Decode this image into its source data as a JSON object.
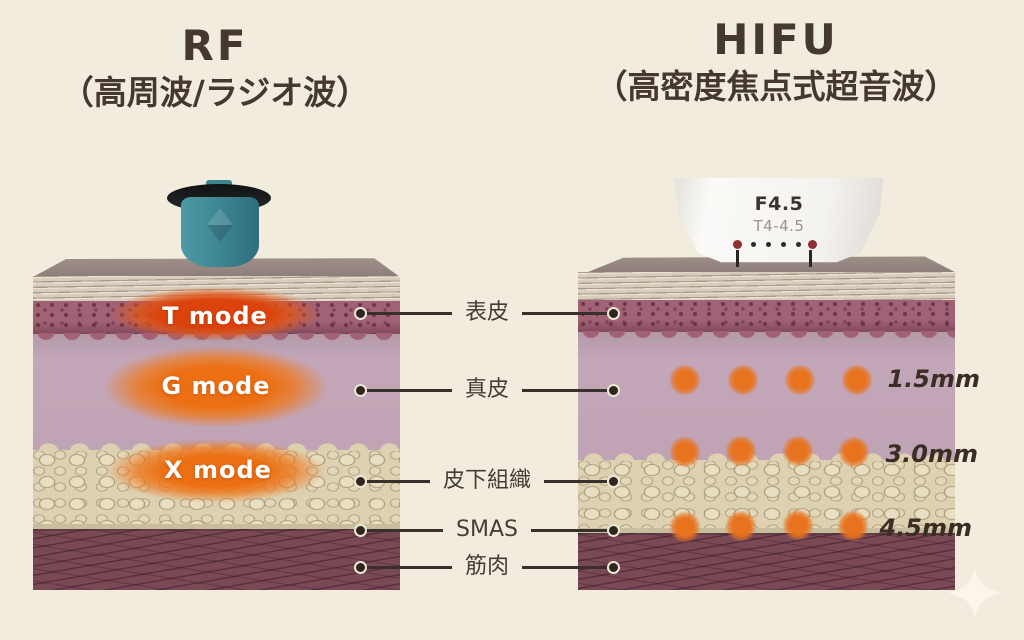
{
  "titles": {
    "left_main": "RF",
    "left_sub": "（高周波/ラジオ波）",
    "right_main": "HIFU",
    "right_sub": "（高密度焦点式超音波）"
  },
  "rf_modes": {
    "t": "T mode",
    "g": "G mode",
    "x": "X mode"
  },
  "hifu_device": {
    "focus": "F4.5",
    "transducer": "T4-4.5"
  },
  "layer_labels": {
    "epidermis": "表皮",
    "dermis": "真皮",
    "subcutaneous": "皮下組織",
    "smas": "SMAS",
    "muscle": "筋肉"
  },
  "depth_labels": {
    "d15": "1.5mm",
    "d30": "3.0mm",
    "d45": "4.5mm"
  },
  "colors": {
    "background": "#f1ecde",
    "title_text": "#443830",
    "rf_hot_red": "#dc420c",
    "rf_hot_orange": "#ec7013",
    "hifu_dot_orange": "#e8731f",
    "device_teal": "#3f8795",
    "dermis": "#c3a7b8",
    "epidermis_band": "#a26275",
    "subcutaneous_fat": "#ddd1b2",
    "muscle": "#794a56",
    "callout_line": "#38302a"
  }
}
